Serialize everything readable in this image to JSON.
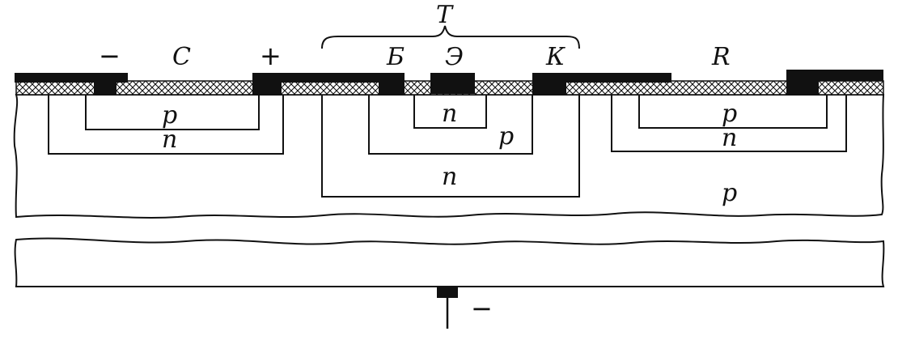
{
  "labels": {
    "transistor": "T",
    "base": "Б",
    "emitter": "Э",
    "collector": "К",
    "capacitor": "C",
    "resistor": "R",
    "cap_minus": "−",
    "cap_plus": "+",
    "substrate_minus": "−",
    "cap_p": "p",
    "cap_n": "n",
    "tr_emitter_n": "n",
    "tr_base_p": "p",
    "tr_collector_n": "n",
    "res_p": "p",
    "res_n": "n",
    "substrate_p": "p"
  },
  "colors": {
    "ink": "#111111",
    "paper": "#ffffff"
  }
}
